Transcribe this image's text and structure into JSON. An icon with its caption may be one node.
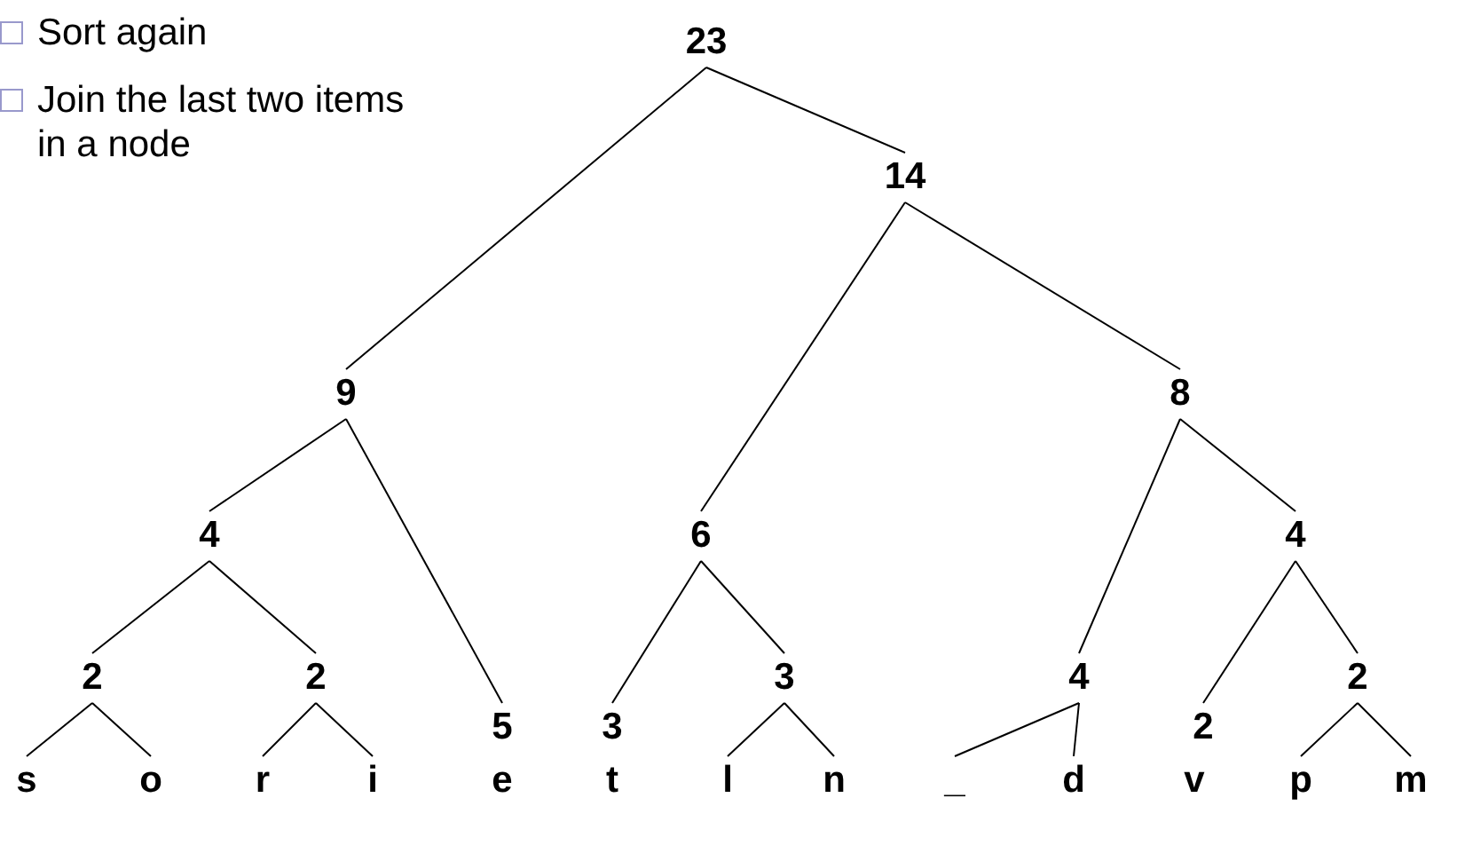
{
  "diagram": {
    "nodes": [
      {
        "text": [
          "23"
        ]
      },
      {
        "text": [
          "14"
        ]
      },
      {
        "text": [
          "9"
        ]
      },
      {
        "text": [
          "8"
        ]
      },
      {
        "text": [
          "4"
        ]
      },
      {
        "text": [
          "6"
        ]
      },
      {
        "text": [
          "4"
        ]
      },
      {
        "text": [
          "2"
        ]
      },
      {
        "text": [
          "2"
        ]
      },
      {
        "text": [
          "3"
        ]
      },
      {
        "text": [
          "4"
        ]
      },
      {
        "text": [
          "2"
        ]
      },
      {
        "text": [
          "5"
        ]
      },
      {
        "text": [
          "3"
        ]
      },
      {
        "text": [
          "2"
        ]
      },
      {
        "text": [
          "s"
        ]
      },
      {
        "text": [
          "o"
        ]
      },
      {
        "text": [
          "r"
        ]
      },
      {
        "text": [
          "i"
        ]
      },
      {
        "text": [
          "e"
        ]
      },
      {
        "text": [
          "t"
        ]
      },
      {
        "text": [
          "l"
        ]
      },
      {
        "text": [
          "n"
        ]
      },
      {
        "text": [
          "_"
        ]
      },
      {
        "text": [
          "d"
        ]
      },
      {
        "text": [
          "v"
        ]
      },
      {
        "text": [
          "p"
        ]
      },
      {
        "text": [
          "m"
        ]
      }
    ],
    "edges": [
      {
        "from": 0,
        "to": 2,
        "arrow": "none"
      },
      {
        "from": 0,
        "to": 1,
        "arrow": "none"
      },
      {
        "from": 1,
        "to": 5,
        "arrow": "none"
      },
      {
        "from": 1,
        "to": 3,
        "arrow": "none"
      },
      {
        "from": 2,
        "to": 4,
        "arrow": "none"
      },
      {
        "from": 2,
        "to": 12,
        "arrow": "none"
      },
      {
        "from": 4,
        "to": 7,
        "arrow": "none"
      },
      {
        "from": 4,
        "to": 8,
        "arrow": "none"
      },
      {
        "from": 7,
        "to": 15,
        "arrow": "none"
      },
      {
        "from": 7,
        "to": 16,
        "arrow": "none"
      },
      {
        "from": 8,
        "to": 17,
        "arrow": "none"
      },
      {
        "from": 8,
        "to": 18,
        "arrow": "none"
      },
      {
        "from": 5,
        "to": 13,
        "arrow": "none"
      },
      {
        "from": 5,
        "to": 9,
        "arrow": "none"
      },
      {
        "from": 9,
        "to": 21,
        "arrow": "none"
      },
      {
        "from": 9,
        "to": 22,
        "arrow": "none"
      },
      {
        "from": 3,
        "to": 10,
        "arrow": "none"
      },
      {
        "from": 3,
        "to": 6,
        "arrow": "none"
      },
      {
        "from": 10,
        "to": 23,
        "arrow": "none"
      },
      {
        "from": 10,
        "to": 24,
        "arrow": "none"
      },
      {
        "from": 6,
        "to": 14,
        "arrow": "none"
      },
      {
        "from": 6,
        "to": 11,
        "arrow": "none"
      },
      {
        "from": 11,
        "to": 26,
        "arrow": "none"
      },
      {
        "from": 11,
        "to": 27,
        "arrow": "none"
      }
    ],
    "labels": [
      "Sort again",
      "Join the last two items in a node"
    ]
  }
}
